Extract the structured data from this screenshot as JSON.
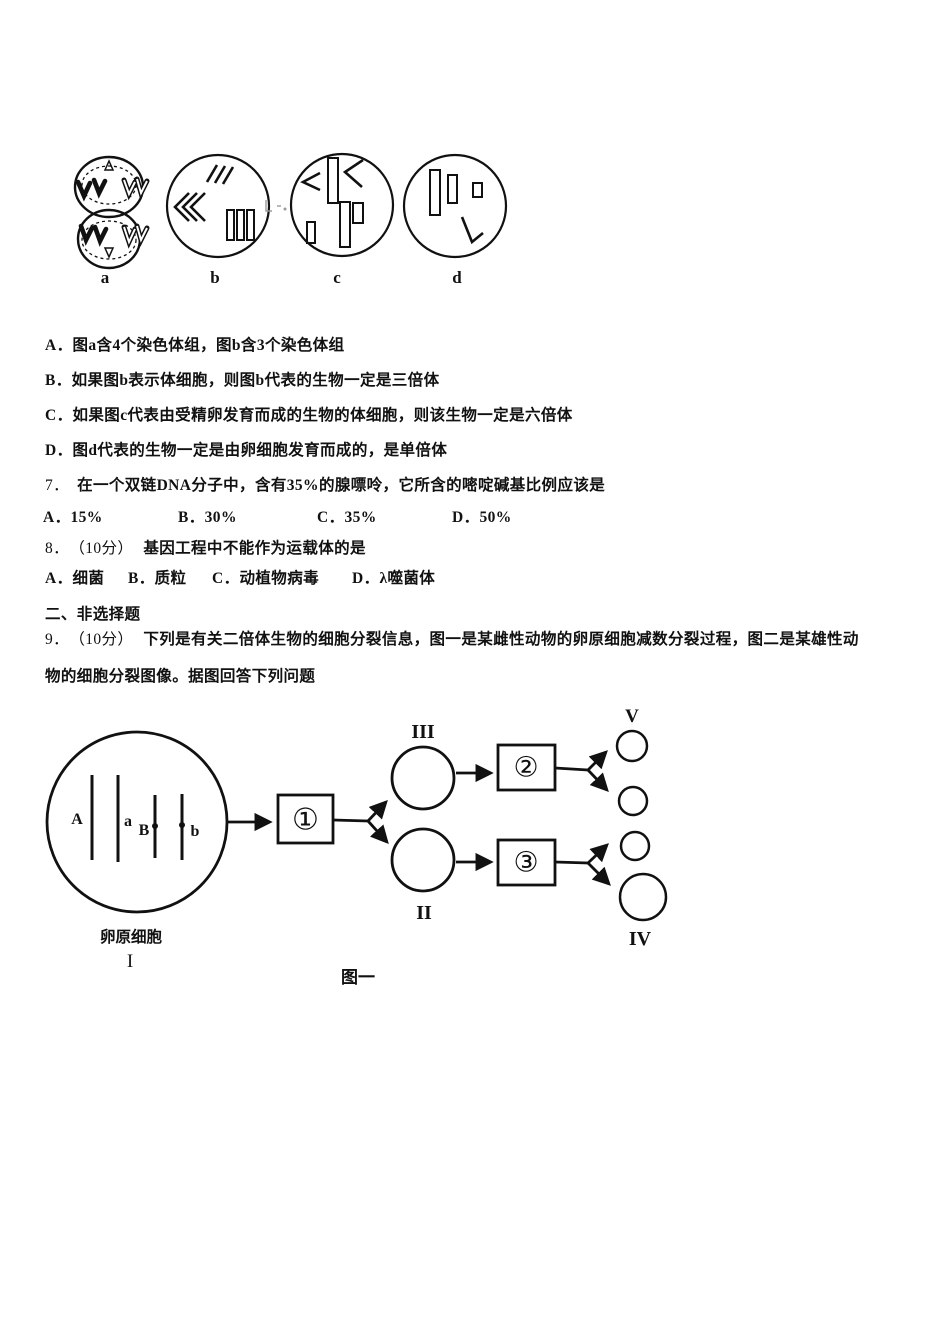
{
  "colors": {
    "ink": "#111111",
    "paper": "#ffffff"
  },
  "cells_figure": {
    "labels": [
      "a",
      "b",
      "c",
      "d"
    ]
  },
  "q6": {
    "options": [
      "A．图a含4个染色体组，图b含3个染色体组",
      "B．如果图b表示体细胞，则图b代表的生物一定是三倍体",
      "C．如果图c代表由受精卵发育而成的生物的体细胞，则该生物一定是六倍体",
      "D．图d代表的生物一定是由卵细胞发育而成的，是单倍体"
    ]
  },
  "q7": {
    "num": "7．",
    "text": "在一个双链DNA分子中，含有35%的腺嘌呤，它所含的嘧啶碱基比例应该是",
    "options": [
      "A．15%",
      "B．30%",
      "C．35%",
      "D．50%"
    ]
  },
  "q8": {
    "num": "8．",
    "score": "（10分）",
    "text": "基因工程中不能作为运载体的是",
    "options": [
      "A．细菌",
      "B．质粒",
      "C．动植物病毒",
      "D．λ噬菌体"
    ]
  },
  "section2": {
    "title": "二、非选择题"
  },
  "q9": {
    "num": "9．",
    "score": "（10分）",
    "line1": "下列是有关二倍体生物的细胞分裂信息，图一是某雌性动物的卵原细胞减数分裂过程，图二是某雄性动",
    "line2": "物的细胞分裂图像。据图回答下列问题"
  },
  "figure1": {
    "source_label": "卵原细胞",
    "source_numeral": "I",
    "chromosomes": [
      "A",
      "a",
      "B",
      "b"
    ],
    "boxes": [
      "①",
      "②",
      "③"
    ],
    "numerals": {
      "II": "II",
      "III": "III",
      "IV": "IV",
      "V": "V"
    },
    "caption": "图一"
  }
}
